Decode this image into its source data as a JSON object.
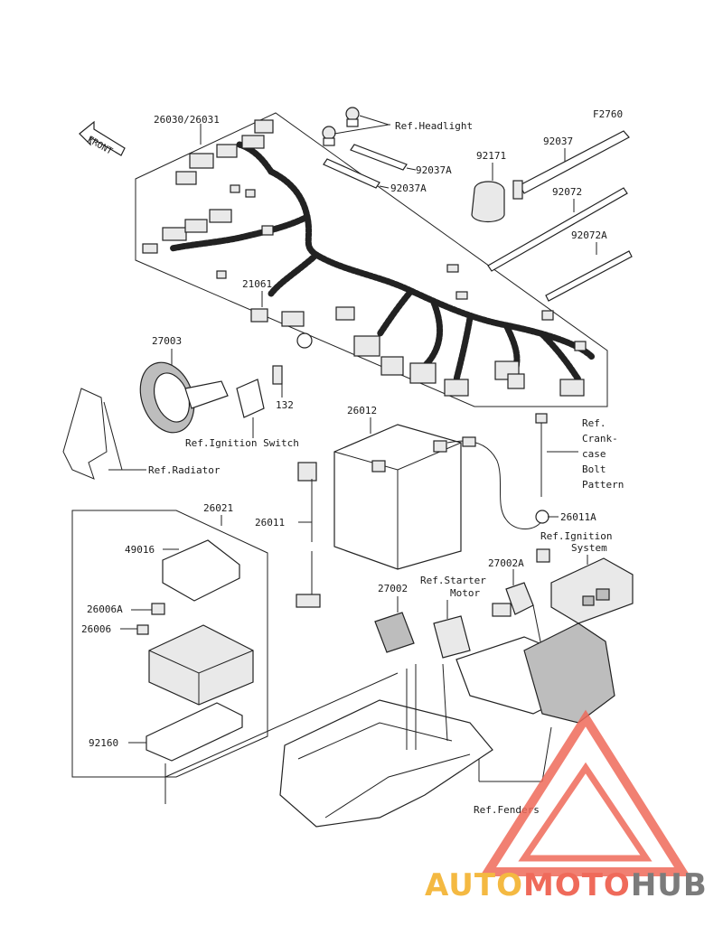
{
  "diagram": {
    "figure_code": "F2760",
    "front_arrow_label": "FRONT",
    "part_labels": {
      "p26030": "26030/26031",
      "p21061": "21061",
      "p27003": "27003",
      "p132": "132",
      "p26012": "26012",
      "p26011": "26011",
      "p26011A": "26011A",
      "p26021": "26021",
      "p49016": "49016",
      "p26006A": "26006A",
      "p26006": "26006",
      "p92160": "92160",
      "p27002": "27002",
      "p27002A": "27002A",
      "p92171": "92171",
      "p92037": "92037",
      "p92037A_1": "92037A",
      "p92037A_2": "92037A",
      "p92072": "92072",
      "p92072A": "92072A"
    },
    "references": {
      "headlight": "Ref.Headlight",
      "ignition_switch": "Ref.Ignition Switch",
      "radiator": "Ref.Radiator",
      "crankcase_1": "Ref.",
      "crankcase_2": "Crank-",
      "crankcase_3": "case",
      "crankcase_4": "Bolt",
      "crankcase_5": "Pattern",
      "ignition_system_1": "Ref.Ignition",
      "ignition_system_2": "System",
      "starter_motor_1": "Ref.Starter",
      "starter_motor_2": "Motor",
      "fenders": "Ref.Fenders"
    }
  },
  "watermark": {
    "brand_part_1": "AUTO",
    "brand_part_2": "MOTO",
    "brand_part_3": "HUB",
    "colors": {
      "auto": "#f4b942",
      "moto": "#ef6a5a",
      "hub": "#7b7b7b",
      "triangle": "#ef6a5a"
    }
  }
}
